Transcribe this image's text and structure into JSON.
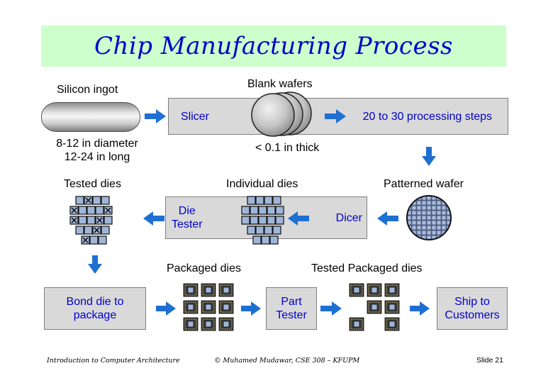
{
  "title": "Chip Manufacturing Process",
  "labels": {
    "silicon_ingot": "Silicon ingot",
    "ingot_diameter": "8-12 in diameter",
    "ingot_length": "12-24 in long",
    "blank_wafers": "Blank wafers",
    "wafer_thickness": "< 0.1 in thick",
    "tested_dies": "Tested dies",
    "individual_dies": "Individual dies",
    "patterned_wafer": "Patterned wafer",
    "packaged_dies": "Packaged dies",
    "tested_packaged_dies": "Tested Packaged dies"
  },
  "steps": {
    "slicer": "Slicer",
    "processing": "20 to 30 processing steps",
    "dicer": "Dicer",
    "die_tester_line1": "Die",
    "die_tester_line2": "Tester",
    "bond_line1": "Bond die to",
    "bond_line2": "package",
    "part_tester_line1": "Part",
    "part_tester_line2": "Tester",
    "ship_line1": "Ship to",
    "ship_line2": "Customers"
  },
  "footer": {
    "left": "Introduction to Computer Architecture",
    "center": "© Muhamed Mudawar, CSE 308 – KFUPM",
    "right": "Slide 21"
  },
  "colors": {
    "title_band": "#ccffcc",
    "title_text": "#0000cc",
    "step_text": "#0000cc",
    "step_box": "#d9d9d9",
    "arrow": "#1f6fd1",
    "die": "#9fb6d8"
  }
}
